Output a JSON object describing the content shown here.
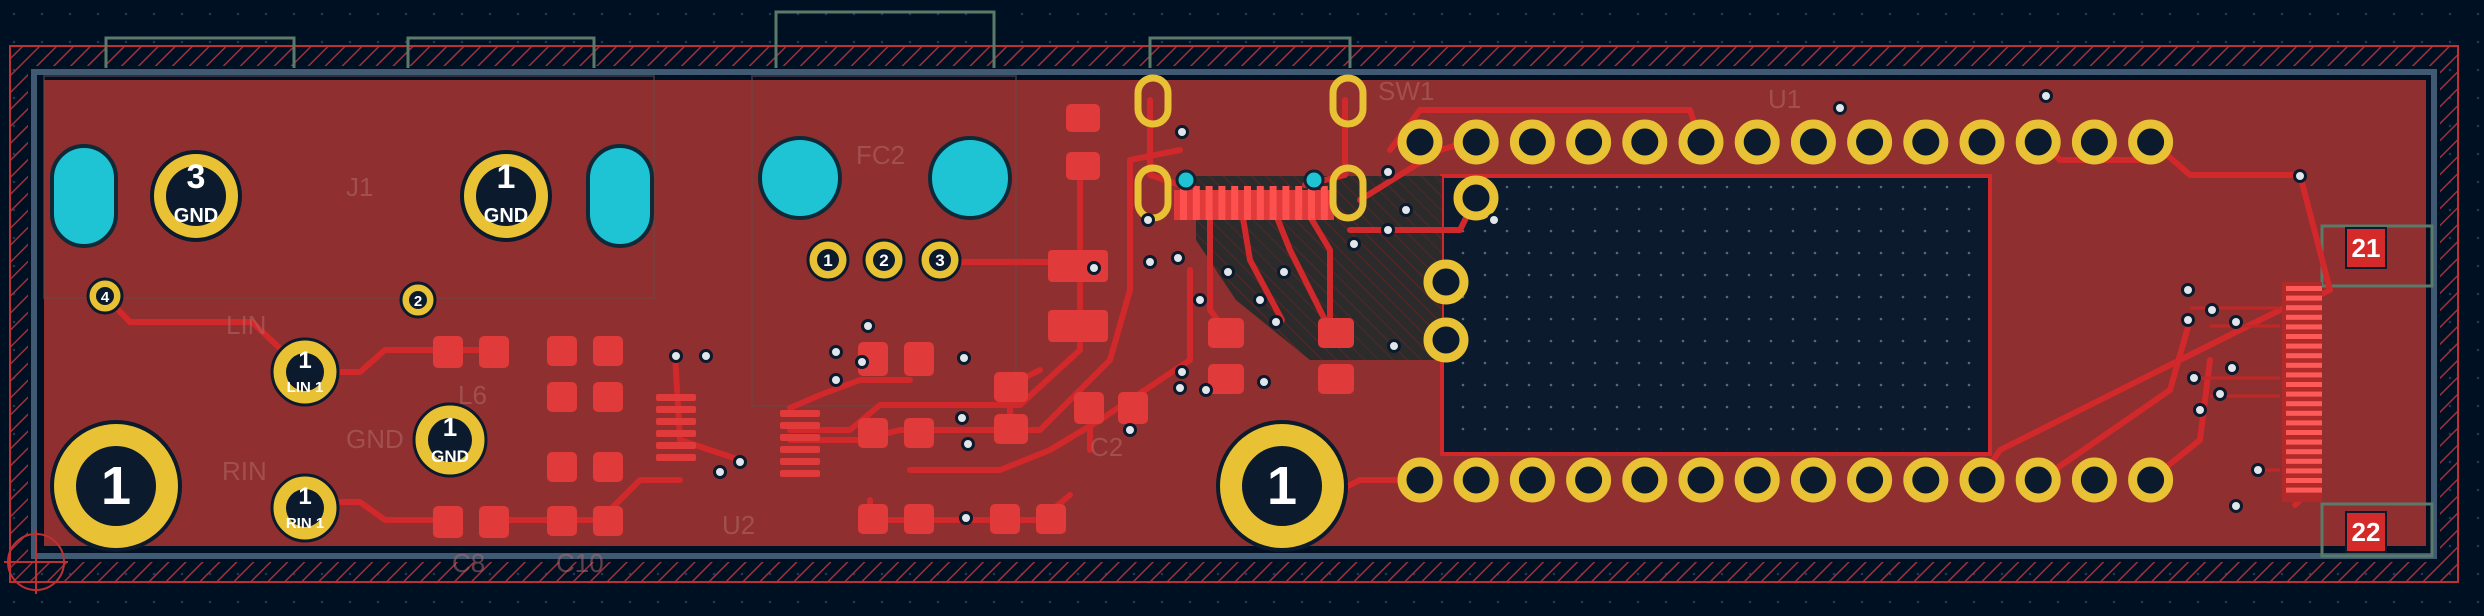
{
  "board": {
    "colors": {
      "background": "#001023",
      "copper_fill": "#8f2f2f",
      "trace": "#d0282b",
      "pad": "#e8c234",
      "via": "#1fc4d4",
      "silkscreen": "#5a7a6a",
      "dark_area": "#0b1a2c"
    },
    "refs": {
      "j1": "J1",
      "fc2": "FC2",
      "u1": "U1",
      "u2": "U2",
      "c8": "C8",
      "c10": "C10",
      "c2": "C2",
      "lin": "LIN",
      "rin": "RIN",
      "gnd": "GND",
      "l6": "L6",
      "sw1": "SW1"
    },
    "pads": {
      "j1_gnd_num": "3",
      "j1_gnd_label": "GND",
      "j1_gnd2_num": "1",
      "j1_gnd2_label": "GND",
      "lin_num": "1",
      "lin_label": "LIN 1",
      "rin_num": "1",
      "rin_label": "RIN 1",
      "gnd_num": "1",
      "gnd_label": "GND",
      "mount_left": "1",
      "mount_mid": "1",
      "fc2_p1": "1",
      "fc2_p2": "2",
      "fc2_p3": "3",
      "small_p4": "4",
      "small_p2": "2"
    },
    "badges": {
      "top": "21",
      "bottom": "22"
    }
  }
}
